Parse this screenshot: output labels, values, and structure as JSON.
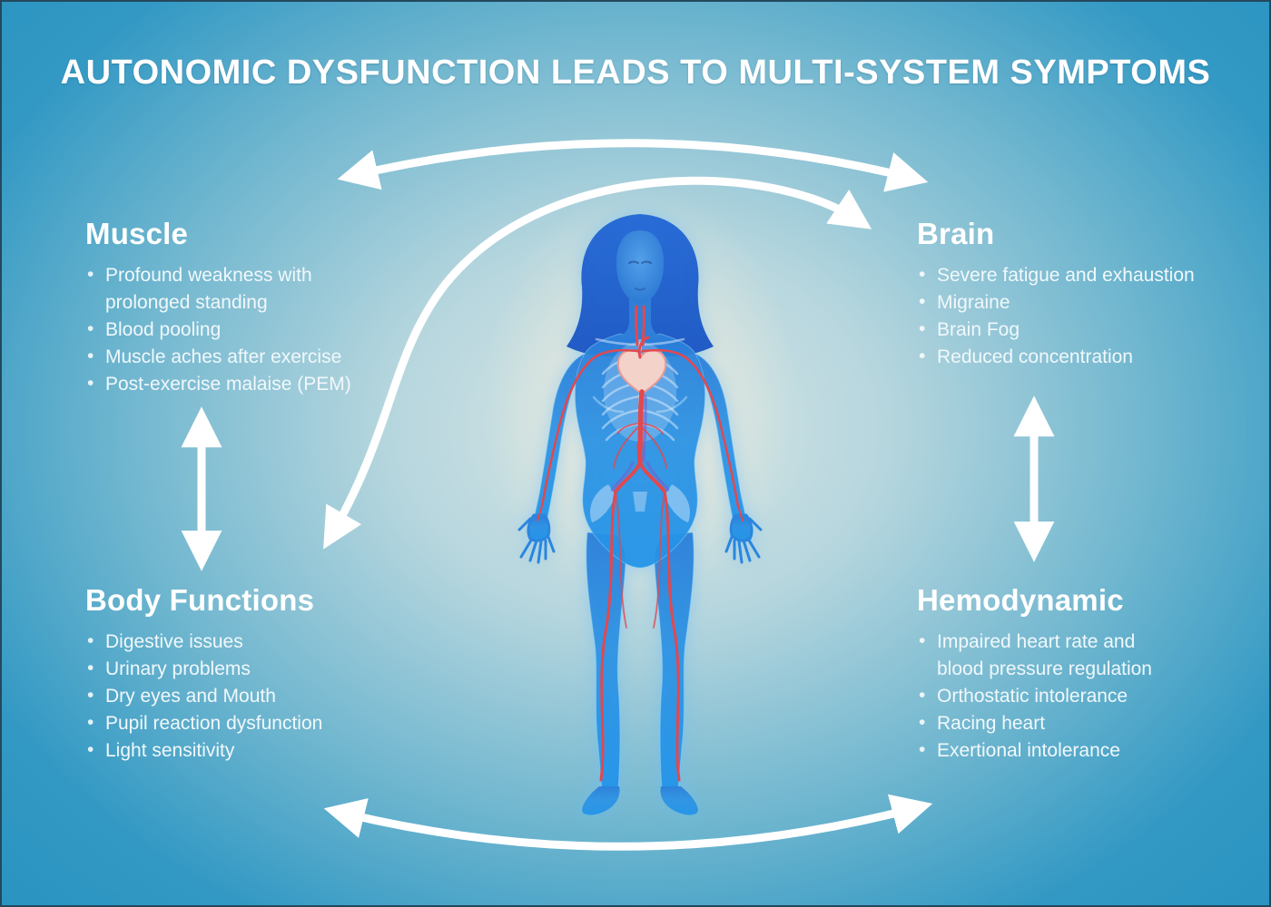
{
  "title": "AUTONOMIC DYSFUNCTION LEADS TO MULTI-SYSTEM SYMPTOMS",
  "sections": {
    "muscle": {
      "heading": "Muscle",
      "items": [
        "Profound weakness with prolonged standing",
        "Blood pooling",
        "Muscle aches after exercise",
        "Post-exercise malaise (PEM)"
      ]
    },
    "brain": {
      "heading": "Brain",
      "items": [
        "Severe fatigue and exhaustion",
        "Migraine",
        "Brain Fog",
        "Reduced concentration"
      ]
    },
    "body_functions": {
      "heading": "Body Functions",
      "items": [
        "Digestive issues",
        "Urinary problems",
        "Dry eyes and Mouth",
        "Pupil reaction dysfunction",
        "Light sensitivity"
      ]
    },
    "hemodynamic": {
      "heading": "Hemodynamic",
      "items": [
        "Impaired heart rate and blood pressure regulation",
        "Orthostatic intolerance",
        "Racing heart",
        "Exertional intolerance"
      ]
    }
  },
  "illustration": {
    "icon": "translucent-human-body-circulatory-system-illustration"
  },
  "arrows": [
    {
      "id": "muscle-brain",
      "type": "double-headed-arc-top"
    },
    {
      "id": "body-functions-brain",
      "type": "double-headed-curve-over-head"
    },
    {
      "id": "muscle-body-functions",
      "type": "double-headed-vertical-left"
    },
    {
      "id": "brain-hemodynamic",
      "type": "double-headed-vertical-right"
    },
    {
      "id": "body-functions-hemodynamic",
      "type": "double-headed-arc-bottom"
    }
  ],
  "colors": {
    "background_outer": "#2a93c0",
    "background_inner": "#d9e7e5",
    "center_glow": "#f3ecda",
    "text": "#ffffff",
    "arrow": "#ffffff",
    "body_blue": "#2f8fe0",
    "hair_blue": "#1d5fd0",
    "artery_red": "#e2484f",
    "heart_pink": "#f3d2c9"
  }
}
